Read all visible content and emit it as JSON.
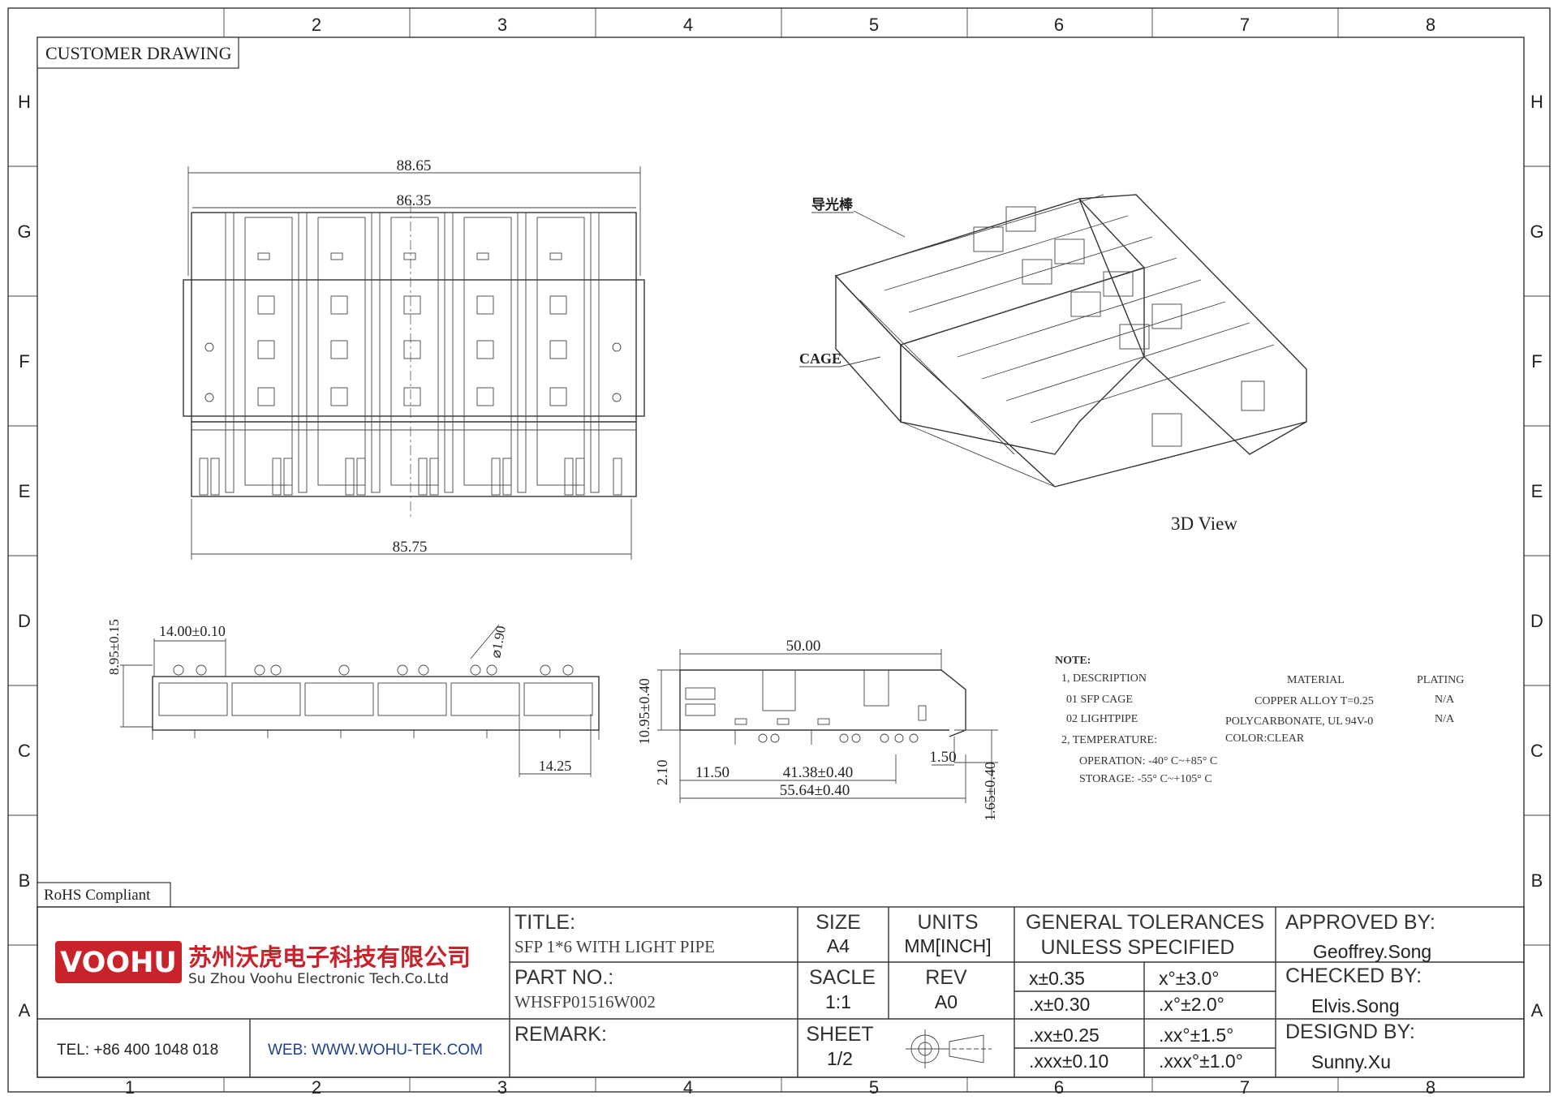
{
  "header": {
    "stamp": "CUSTOMER DRAWING",
    "rohs": "RoHS Compliant"
  },
  "zones": {
    "columns": [
      "1",
      "2",
      "3",
      "4",
      "5",
      "6",
      "7",
      "8"
    ],
    "rows": [
      "H",
      "G",
      "F",
      "E",
      "D",
      "C",
      "B",
      "A"
    ]
  },
  "top_view": {
    "dim_overall": "88.65",
    "dim_inner": "86.35",
    "dim_base": "85.75"
  },
  "iso_view": {
    "callout_lightpipe": "导光棒",
    "callout_cage": "CAGE",
    "caption": "3D View"
  },
  "front_view": {
    "dim_height": "8.95±0.15",
    "dim_pitch": "14.00±0.10",
    "dim_hole": "⌀1.90",
    "dim_port": "14.25"
  },
  "side_view": {
    "dim_top": "50.00",
    "dim_height": "10.95±0.40",
    "dim_pin": "2.10",
    "dim_a": "11.50",
    "dim_b": "41.38±0.40",
    "dim_c": "1.50",
    "dim_length": "55.64±0.40",
    "dim_tail": "1.65±0.40"
  },
  "note": {
    "title": "NOTE:",
    "line1": "1, DESCRIPTION",
    "col_material": "MATERIAL",
    "col_plating": "PLATING",
    "item1_name": "01  SFP CAGE",
    "item1_material": "COPPER ALLOY T=0.25",
    "item1_plating": "N/A",
    "item2_name": "02  LIGHTPIPE",
    "item2_material": "POLYCARBONATE, UL 94V-0",
    "item2_plating": "N/A",
    "line2": "2, TEMPERATURE:",
    "color": "COLOR:CLEAR",
    "operation": "OPERATION: -40° C~+85° C",
    "storage": "STORAGE:  -55° C~+105° C"
  },
  "title_block": {
    "company_logo": "VOOHU",
    "company_cn": "苏州沃虎电子科技有限公司",
    "company_en": "Su Zhou Voohu Electronic Tech.Co.Ltd",
    "tel": "TEL: +86 400 1048 018",
    "web": "WEB: WWW.WOHU-TEK.COM",
    "title_label": "TITLE:",
    "title_value": "SFP 1*6 WITH LIGHT PIPE",
    "part_label": "PART NO.:",
    "part_value": "WHSFP01516W002",
    "remark_label": "REMARK:",
    "size_label": "SIZE",
    "size_value": "A4",
    "units_label": "UNITS",
    "units_value": "MM[INCH]",
    "scale_label": "SACLE",
    "scale_value": "1:1",
    "rev_label": "REV",
    "rev_value": "A0",
    "sheet_label": "SHEET",
    "sheet_value": "1/2",
    "tol_title1": "GENERAL TOLERANCES",
    "tol_title2": "UNLESS SPECIFIED",
    "tol": [
      [
        "x±0.35",
        "x°±3.0°"
      ],
      [
        ".x±0.30",
        ".x°±2.0°"
      ],
      [
        ".xx±0.25",
        ".xx°±1.5°"
      ],
      [
        ".xxx±0.10",
        ".xxx°±1.0°"
      ]
    ],
    "approved_label": "APPROVED BY:",
    "approved_value": "Geoffrey.Song",
    "checked_label": "CHECKED BY:",
    "checked_value": "Elvis.Song",
    "designed_label": "DESIGND BY:",
    "designed_value": "Sunny.Xu"
  },
  "colors": {
    "logo_red": "#c8232b",
    "line": "#333333",
    "web_blue": "#1f3f8f"
  }
}
